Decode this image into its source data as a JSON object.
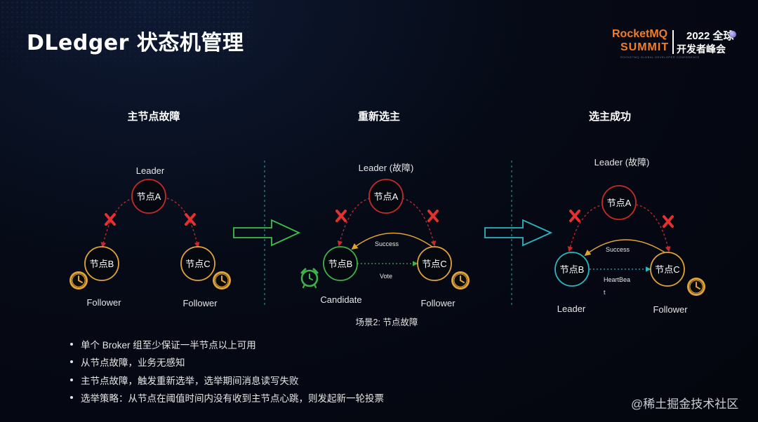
{
  "title": "DLedger 状态机管理",
  "logo": {
    "brand": "RocketMQ",
    "year": "2022 全球",
    "summit": "SUMMIT",
    "dev": "开发者峰会",
    "tagline": "ROCKETMQ GLOBAL DEVELOPER CONFERENCE"
  },
  "panels": [
    {
      "heading": "主节点故障",
      "leader_label": "Leader",
      "node_a": "节点A",
      "node_b": "节点B",
      "node_c": "节点C",
      "label_b": "Follower",
      "label_c": "Follower"
    },
    {
      "heading": "重新选主",
      "leader_label": "Leader (故障)",
      "node_a": "节点A",
      "node_b": "节点B",
      "node_c": "节点C",
      "label_b": "Candidate",
      "label_c": "Follower",
      "arc_label": "Success",
      "link_label": "Vote",
      "caption": "场景2: 节点故障"
    },
    {
      "heading": "选主成功",
      "leader_label": "Leader (故障)",
      "node_a": "节点A",
      "node_b": "节点B",
      "node_c": "节点C",
      "label_b": "Leader",
      "label_c": "Follower",
      "arc_label": "Success",
      "link_label_1": "HeartBea",
      "link_label_2": "t"
    }
  ],
  "bullets": [
    "单个 Broker 组至少保证一半节点以上可用",
    "从节点故障，业务无感知",
    "主节点故障，触发重新选举，选举期间消息读写失败",
    "选举策略：从节点在阈值时间内没有收到主节点心跳，则发起新一轮投票"
  ],
  "watermark": "@稀土掘金技术社区",
  "colors": {
    "failed_node": "#c62a2a",
    "follower_node": "#e0a33a",
    "candidate_node": "#3fb04a",
    "leader_node": "#2ab7c2",
    "failure_mark": "#e53030",
    "arrow_green": "#3fbf4a",
    "arrow_teal": "#2ab7c2",
    "separator": "#1f8f8a"
  },
  "icons": [
    "clock-icon",
    "alarm-clock-icon",
    "x-mark-icon",
    "arrow-right-icon"
  ]
}
